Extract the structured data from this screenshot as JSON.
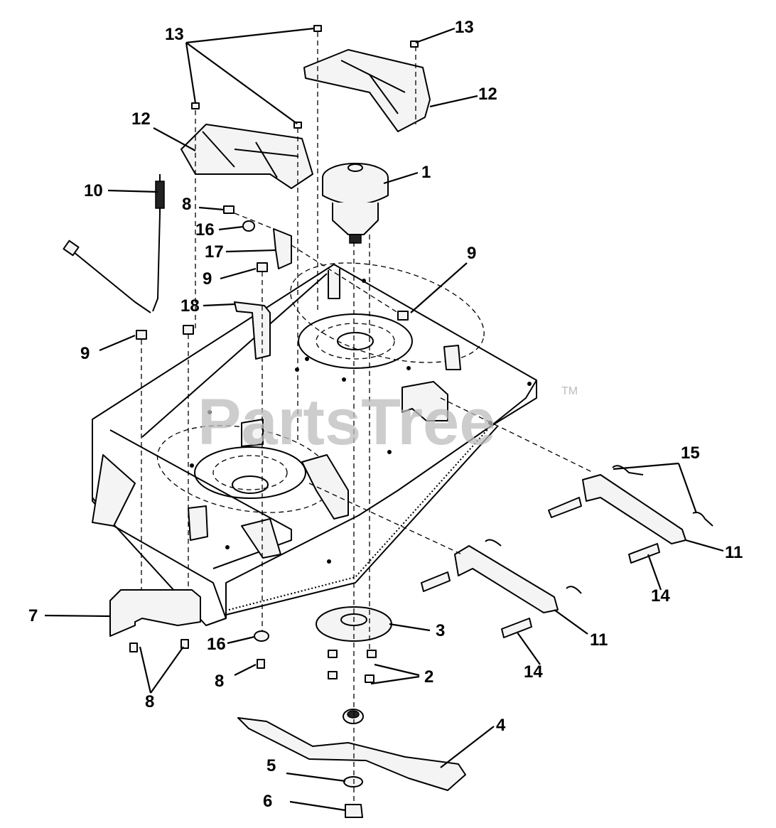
{
  "watermark": {
    "brand": "PartsTree",
    "trademark": "TM"
  },
  "callouts": {
    "c1": "1",
    "c2": "2",
    "c3": "3",
    "c4": "4",
    "c5": "5",
    "c6": "6",
    "c7": "7",
    "c8a": "8",
    "c8b": "8",
    "c8c": "8",
    "c9a": "9",
    "c9b": "9",
    "c9c": "9",
    "c10": "10",
    "c11a": "11",
    "c11b": "11",
    "c12a": "12",
    "c12b": "12",
    "c13a": "13",
    "c13b": "13",
    "c14a": "14",
    "c14b": "14",
    "c15": "15",
    "c16a": "16",
    "c16b": "16",
    "c17": "17",
    "c18": "18"
  }
}
